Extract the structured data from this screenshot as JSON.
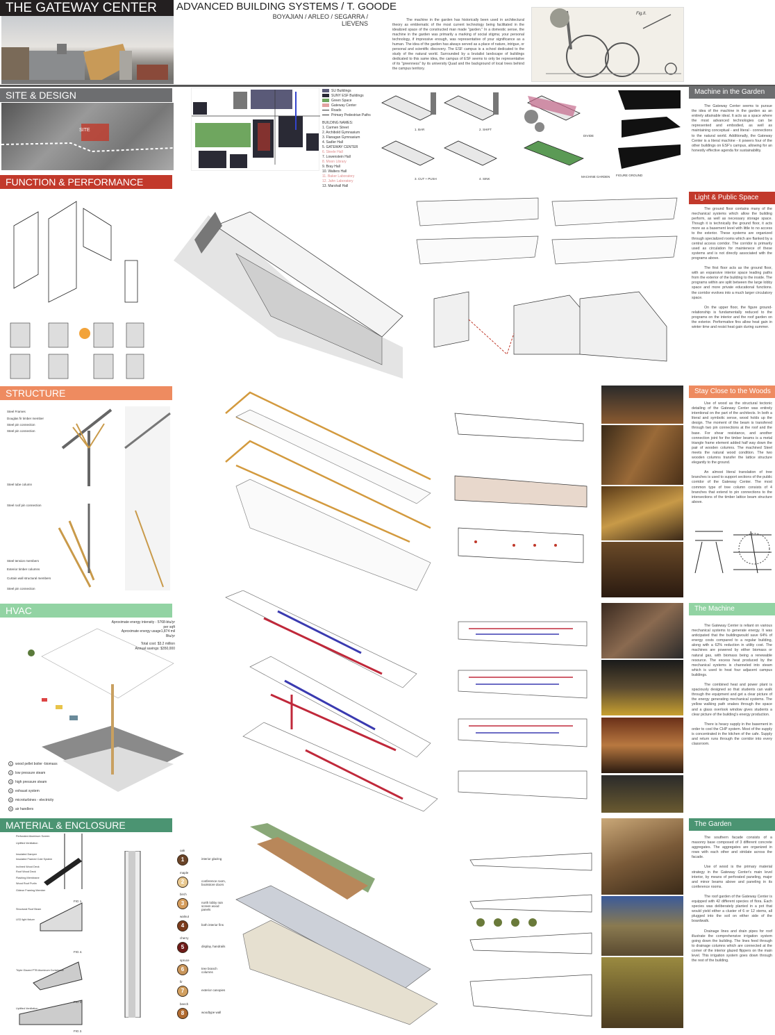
{
  "header": {
    "title": "THE GATEWAY CENTER",
    "course": "ADVANCED BUILDING SYSTEMS / T. GOODE",
    "authors": "BOYAJIAN / ARLEO / SEGARRA / LIEVENS"
  },
  "intro": "The machine in the garden has historically been used in architectural theory as emblematic of the most current technology being facilitated in the idealized space of the constructed man made \"garden.\" In a domestic sense, the machine in the garden was primarily a marking of social stigma; your personal technology, if impressive enough, was representative of your significance as a human. The idea of the garden has always served as a place of nature, intrigue, or personal and scientific discovery. The ESF campus is a school dedicated to the study of the natural world. Surrounded by a brutalist landscape of buildings dedicated to this same idea, the campus of ESF seems to only be representative of its \"greenness\" by its university Quad and the background of local trees behind the campus territory.",
  "etching_label": "Fig.II.",
  "sections": {
    "site": "SITE & DESIGN",
    "function": "FUNCTION & PERFORMANCE",
    "structure": "STRUCTURE",
    "hvac": "HVAC",
    "material": "MATERIAL & ENCLOSURE"
  },
  "site": {
    "aerial_label": "SITE",
    "legend": [
      {
        "label": "SU Buildings",
        "color": "#5a5a78"
      },
      {
        "label": "SUNY ESF Buildings",
        "color": "#2a2a35"
      },
      {
        "label": "Green Space",
        "color": "#6fa65f"
      },
      {
        "label": "Gateway Center",
        "color": "#e2a2a2"
      },
      {
        "label": "Roads",
        "color": "#333333"
      },
      {
        "label": "Primary Pedestrian Paths",
        "color": "#333333"
      }
    ],
    "names_title": "BUILDING NAMES:",
    "names": [
      "1. Carmen Street",
      "2. Archibold Gymnasium",
      "3. Flanagan Gymnasium",
      "4. Sadler Hall",
      "5. GATEWAY CENTER",
      "6. Steele Hall",
      "7. Lowenstein Hall",
      "8. Moon Library",
      "9. Bray Hall",
      "10. Walters Hall",
      "11. Baker Laboratory",
      "12. Jahn Laboratory",
      "13. Marshall Hall"
    ]
  },
  "massing": {
    "steps": [
      "1. BAR",
      "2. SHIFT",
      "3. CUT + PUSH",
      "4. SINK"
    ],
    "divide": "DIVIDE",
    "machine_garden": "MACHINE GARDEN",
    "figure_ground": "FIGURE GROUND"
  },
  "right": [
    {
      "title": "Machine in the Garden",
      "color": "#6d6e70",
      "paras": [
        "The Gateway Center seems to pursue the idea of the machine in the garden as an entirely attainable ideal. It acts as a space where the most advanced technologies can be represented and embodied, as well as maintaining conceptual - and literal - connections to the natural world. Additionally, the Gateway Center is a literal machine - it powers four of the other buildings on ESF's campus, allowing for an honestly effective agenda for sustainability."
      ]
    },
    {
      "title": "Light & Public Space",
      "color": "#c2392b",
      "paras": [
        "The ground floor contains many of the mechanical systems which allow the building perform, as well as necessary storage space. Though it is technically the ground floor, it acts more as a basement level with little to no access to the exterior. These systems are organized through specialized rooms which are flanked by a central access corridor. The corridor is primarily used as circulation for maintenece of these systems and is not directly associated with the programs above.",
        "The first floor acts as the ground floor, with an expansive interior space leading paths from the exterior of the building to the inside. The programs within are split between the large lobby space and more private educational functions. the corridor evolves into a much larger circulatory space.",
        "On the upper floor, the figure ground- relationship is fundamentally reduced to the programs on the interior and the roof garden on the exterior. Performative fins allow heat gain in winter time and resist heat gain during summer."
      ]
    },
    {
      "title": "Stay Close to the Woods",
      "color": "#ee8b60",
      "paras": [
        "Use of wood as the structural tectonic detailing of the Gateway Center was entirely intentional on the part of the architects. In both a literal and symbolic sense, wood holds up the design. The moment of the beam is transfered through two pin connections at the roof and the base. For shear resistance, and another connection joint for the timber beams is a metal triangle frame element added half way down the pair of wooden columns. The machined Steel meets the natural wood condition. The two wooden columns transfer the lattice structure elegantly to the ground.",
        "An almost literal translation of tree branches is used to support sections of the public corridor of the Gateway Center. The most common type of tree column consists of 4 branches that extend to pin connections to the intersections of the timber lattice beam structure above."
      ]
    },
    {
      "title": "The Machine",
      "color": "#92d3a3",
      "paras": [
        "The Gateway Center is reliant on various mechanical systems to generate energy. It was anticipated that the buildingwould save 64% of energy costs compared to a regular building, along with a 62% reduction in utility cost. The machines are powered by either biomass or natural gas, with biomass being a renewable resource. The excess heat produced by the mechanical systems is channeled into steam which is used to heat four adjacent campus buildings.",
        "The combined heat and power plant is spaciously designed so that students can walk through the equipment and get a clear picture of the energy generating mechanical systems. The yellow walking path snakes through the space and a glass overlook window gives students a clear picture of the building's energy production.",
        "There is heavy supply in the basement in order to cool the CHP system. Most of the supply is concentrated in the kitchen of the cafe. Supply and return runs through the corridor into every classroom."
      ]
    },
    {
      "title": "The Garden",
      "color": "#4b9472",
      "paras": [
        "The southern facade consists of a masonry base composed of 3 different concrete aggregates. The aggregates are organized in rows with each other and stridate across the facade.",
        "Use of wood is the primary material strategy in the Gateway Center's main level interior, by means of perforated paneling, major and minor beams above and paneling in its conference rooms.",
        "The roof garden of the Gateway Center is equipped with 42 different species of flora. Each species was deliberately planted in a pot that would yield either a cluster of 6 or 12 stems, all plugged into the soil on either side of the boardwalk.",
        "Drainage lines and drain pipes for roof illustrate the comprehensive irrigation system going down the building. The lines feed through to drainage columns which are connected at the corner of the interior glazed flippers on the main level. This irrigation system goes down through the rest of the building."
      ]
    }
  ],
  "structure": {
    "labels_top": [
      "Steel Frames",
      "Douglas fir timber member",
      "Steel pin connection",
      "Steel pin connection",
      "Steel tube column"
    ],
    "labels_bottom": [
      "Steel roof pin connection",
      "Steel tension members",
      "Exterior timber columns",
      "Curtain wall structural members",
      "Steel pin connection"
    ]
  },
  "hvac": {
    "stats": [
      "Aproximate energy intensity - 5768-btu/yr",
      "per sqft",
      "Aproximate energy usage1,874 mil",
      "Btu/yr",
      "Total cost: $3.2 million",
      "Annual savings: $350,000"
    ],
    "legend": [
      "wood pellet boiler -biomass",
      "low pressure steam",
      "high pressure steam",
      "exhaust system",
      "microturbines - electricity",
      "air handlers"
    ]
  },
  "material": {
    "details": [
      "Perforated Aluminum Screen",
      "Uplifted Ventilation",
      "Insulated Damper",
      "Insulated Framed Cold System",
      "Inclined Wood Deck",
      "Roof Wood Deck",
      "Flashing Membrane",
      "Wood Roof Purlin",
      "Gideon Framing Member",
      "Structural Roof Beam",
      "LED light fixture",
      "Triple Glazed PTB Aluminum Curtainwall",
      "Uplifted Ventilation"
    ],
    "figs": [
      "FIG 1.",
      "FIG 4.",
      "FIG 3.",
      "FIG 2."
    ],
    "woods": [
      {
        "n": "1",
        "species": "oak",
        "use": "interior glazing",
        "color": "#6b4428"
      },
      {
        "n": "2",
        "species": "maple",
        "use": "conference room, bookstore doors",
        "color": "#e8c890"
      },
      {
        "n": "3",
        "species": "birch",
        "use": "north lobby rain screen wood panels",
        "color": "#d49c5c"
      },
      {
        "n": "4",
        "species": "walnut",
        "use": "both interior fins",
        "color": "#7a3a1c"
      },
      {
        "n": "5",
        "species": "cherry",
        "use": "display, handrails",
        "color": "#6e1a18"
      },
      {
        "n": "6",
        "species": "spruce",
        "use": "tree branch columns",
        "color": "#c8955a"
      },
      {
        "n": "7",
        "species": "fir",
        "use": "exterior canopies",
        "color": "#d2a060"
      },
      {
        "n": "8",
        "species": "beech",
        "use": "woodtype wall",
        "color": "#b06a30"
      }
    ]
  }
}
